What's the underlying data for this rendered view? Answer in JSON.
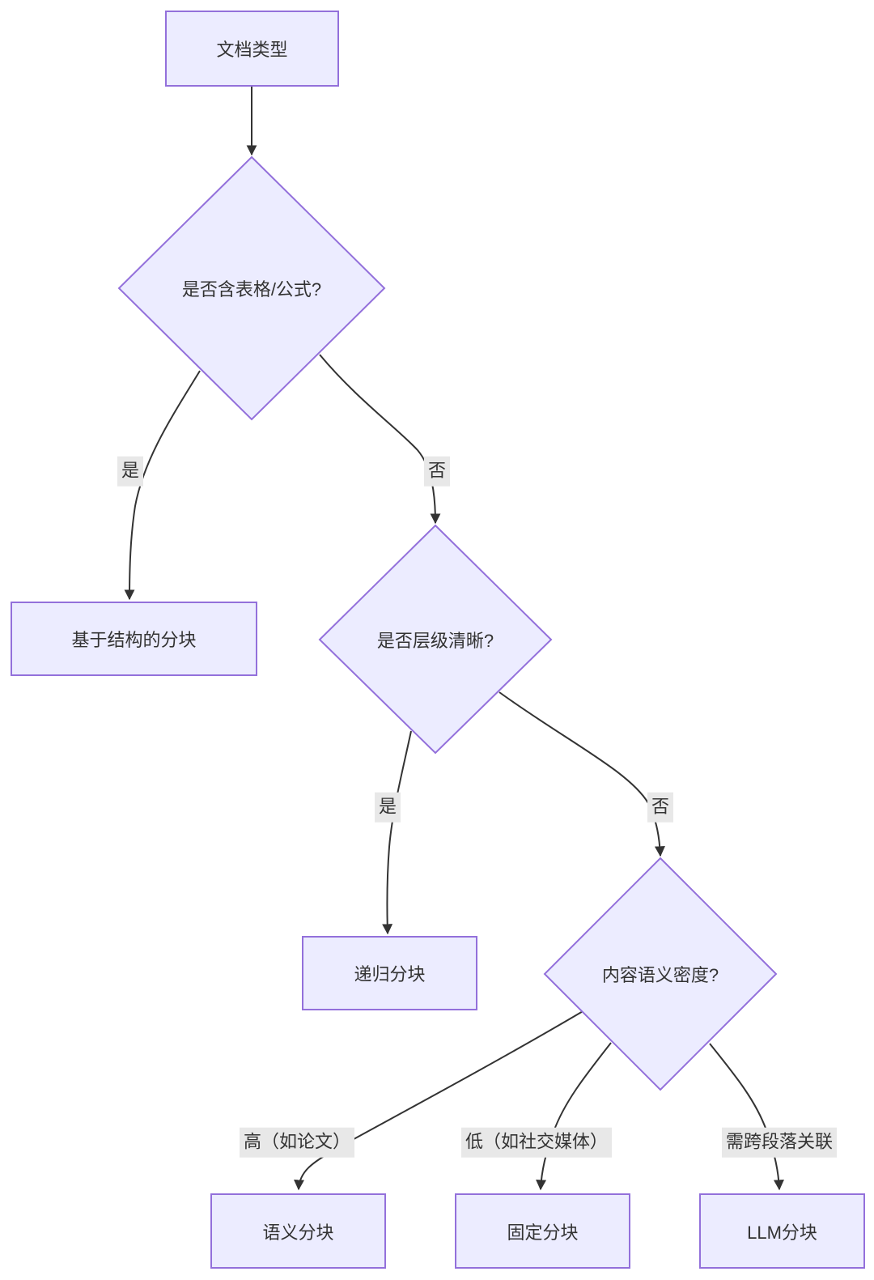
{
  "diagram": {
    "type": "flowchart",
    "direction": "top-down",
    "nodes": [
      {
        "id": "A",
        "shape": "rect",
        "label": "文档类型"
      },
      {
        "id": "B",
        "shape": "diamond",
        "label": "是否含表格/公式?"
      },
      {
        "id": "C",
        "shape": "rect",
        "label": "基于结构的分块"
      },
      {
        "id": "D",
        "shape": "diamond",
        "label": "是否层级清晰?"
      },
      {
        "id": "E",
        "shape": "rect",
        "label": "递归分块"
      },
      {
        "id": "F",
        "shape": "diamond",
        "label": "内容语义密度?"
      },
      {
        "id": "G",
        "shape": "rect",
        "label": "语义分块"
      },
      {
        "id": "H",
        "shape": "rect",
        "label": "固定分块"
      },
      {
        "id": "I",
        "shape": "rect",
        "label": "LLM分块"
      }
    ],
    "edges": [
      {
        "from": "A",
        "to": "B",
        "label": ""
      },
      {
        "from": "B",
        "to": "C",
        "label": "是"
      },
      {
        "from": "B",
        "to": "D",
        "label": "否"
      },
      {
        "from": "D",
        "to": "E",
        "label": "是"
      },
      {
        "from": "D",
        "to": "F",
        "label": "否"
      },
      {
        "from": "F",
        "to": "G",
        "label": "高（如论文）"
      },
      {
        "from": "F",
        "to": "H",
        "label": "低（如社交媒体）"
      },
      {
        "from": "F",
        "to": "I",
        "label": "需跨段落关联"
      }
    ],
    "colors": {
      "node_fill": "#ECECFF",
      "node_border": "#9370DB",
      "edge_line": "#333333",
      "edge_label_bg": "#E8E8E8",
      "text": "#333333",
      "background": "#FFFFFF"
    }
  }
}
